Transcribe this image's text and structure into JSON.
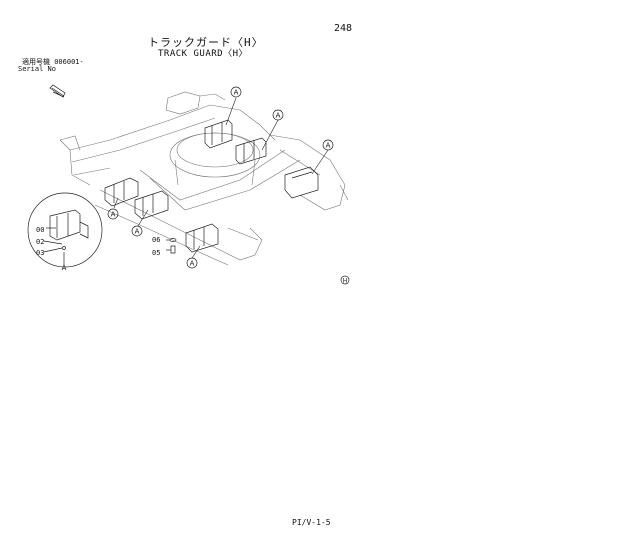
{
  "page_number": "248",
  "title_jp": "トラックガード〈H〉",
  "title_en": "TRACK GUARD〈H〉",
  "serial_label_jp": "適用号機 006001-",
  "serial_label_en": "Serial No",
  "callout_letter": "A",
  "detail_label": "A",
  "part_numbers": {
    "p00": "00",
    "p02": "02",
    "p03": "03",
    "p05": "05",
    "p06": "06"
  },
  "mark": "H",
  "footer": "PI/V-1-5"
}
